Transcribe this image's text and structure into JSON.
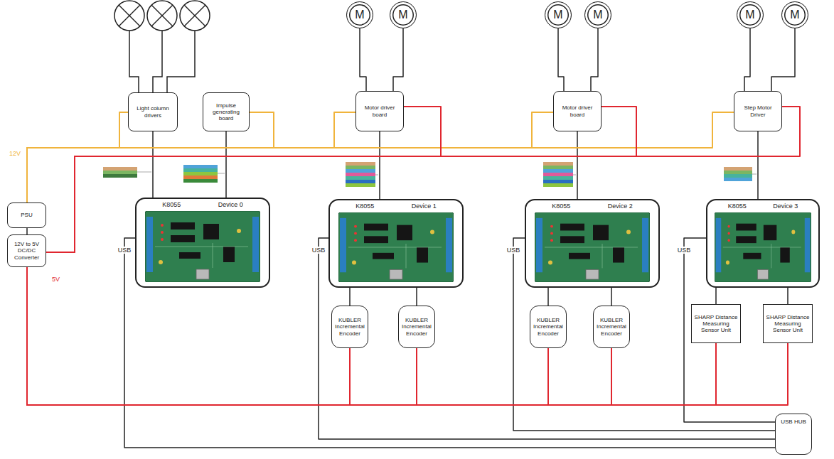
{
  "diagram": {
    "nodes": [
      {
        "text": [
          "M"
        ]
      },
      {
        "text": [
          "M"
        ]
      },
      {
        "text": [
          "M"
        ]
      },
      {
        "text": [
          "M"
        ]
      },
      {
        "text": [
          "M"
        ]
      },
      {
        "text": [
          "M"
        ]
      },
      {
        "text": [
          "Light column drivers"
        ]
      },
      {
        "text": [
          "Impulse generating board"
        ]
      },
      {
        "text": [
          "Motor driver board"
        ]
      },
      {
        "text": [
          "Motor driver board"
        ]
      },
      {
        "text": [
          "Step Motor Driver"
        ]
      },
      {
        "text": [
          "PSU"
        ]
      },
      {
        "text": [
          "12V to 5V DC/DC Converter"
        ]
      },
      {
        "text": [
          "K8055",
          "Device 0"
        ]
      },
      {
        "text": [
          "K8055",
          "Device 1"
        ]
      },
      {
        "text": [
          "K8055",
          "Device 2"
        ]
      },
      {
        "text": [
          "K8055",
          "Device 3"
        ]
      },
      {
        "text": [
          "KUBLER Incremental Encoder"
        ]
      },
      {
        "text": [
          "KUBLER Incremental Encoder"
        ]
      },
      {
        "text": [
          "KUBLER Incremental Encoder"
        ]
      },
      {
        "text": [
          "KUBLER Incremental Encoder"
        ]
      },
      {
        "text": [
          "SHARP Distance Measuring Sensor Unit"
        ]
      },
      {
        "text": [
          "SHARP Distance Measuring Sensor Unit"
        ]
      },
      {
        "text": [
          "USB HUB"
        ]
      }
    ],
    "edges": [
      {
        "from": 0,
        "to": 8,
        "arrow": "none"
      },
      {
        "from": 1,
        "to": 8,
        "arrow": "none"
      },
      {
        "from": 2,
        "to": 9,
        "arrow": "none"
      },
      {
        "from": 3,
        "to": 9,
        "arrow": "none"
      },
      {
        "from": 4,
        "to": 10,
        "arrow": "none"
      },
      {
        "from": 5,
        "to": 10,
        "arrow": "none"
      },
      {
        "from": 6,
        "to": 13,
        "arrow": "none"
      },
      {
        "from": 7,
        "to": 13,
        "arrow": "none"
      },
      {
        "from": 8,
        "to": 14,
        "arrow": "none"
      },
      {
        "from": 9,
        "to": 15,
        "arrow": "none"
      },
      {
        "from": 10,
        "to": 16,
        "arrow": "none"
      },
      {
        "from": 14,
        "to": 17,
        "arrow": "none"
      },
      {
        "from": 14,
        "to": 18,
        "arrow": "none"
      },
      {
        "from": 15,
        "to": 19,
        "arrow": "none"
      },
      {
        "from": 15,
        "to": 20,
        "arrow": "none"
      },
      {
        "from": 16,
        "to": 21,
        "arrow": "none"
      },
      {
        "from": 16,
        "to": 22,
        "arrow": "none"
      },
      {
        "from": 13,
        "to": 23,
        "arrow": "none",
        "label": "USB"
      },
      {
        "from": 14,
        "to": 23,
        "arrow": "none",
        "label": "USB"
      },
      {
        "from": 15,
        "to": 23,
        "arrow": "none",
        "label": "USB"
      },
      {
        "from": 16,
        "to": 23,
        "arrow": "none",
        "label": "USB"
      },
      {
        "from": 11,
        "to": 6,
        "arrow": "none"
      },
      {
        "from": 11,
        "to": 7,
        "arrow": "none"
      },
      {
        "from": 11,
        "to": 8,
        "arrow": "none"
      },
      {
        "from": 11,
        "to": 9,
        "arrow": "none"
      },
      {
        "from": 11,
        "to": 10,
        "arrow": "none"
      },
      {
        "from": 12,
        "to": 8,
        "arrow": "none"
      },
      {
        "from": 12,
        "to": 9,
        "arrow": "none"
      },
      {
        "from": 12,
        "to": 10,
        "arrow": "none"
      },
      {
        "from": 12,
        "to": 17,
        "arrow": "none"
      },
      {
        "from": 12,
        "to": 18,
        "arrow": "none"
      },
      {
        "from": 12,
        "to": 19,
        "arrow": "none"
      },
      {
        "from": 12,
        "to": 20,
        "arrow": "none"
      },
      {
        "from": 12,
        "to": 21,
        "arrow": "none"
      },
      {
        "from": 12,
        "to": 22,
        "arrow": "none"
      },
      {
        "from": 11,
        "to": 12,
        "arrow": "none"
      }
    ],
    "labels": [
      "12V",
      "5V"
    ]
  }
}
